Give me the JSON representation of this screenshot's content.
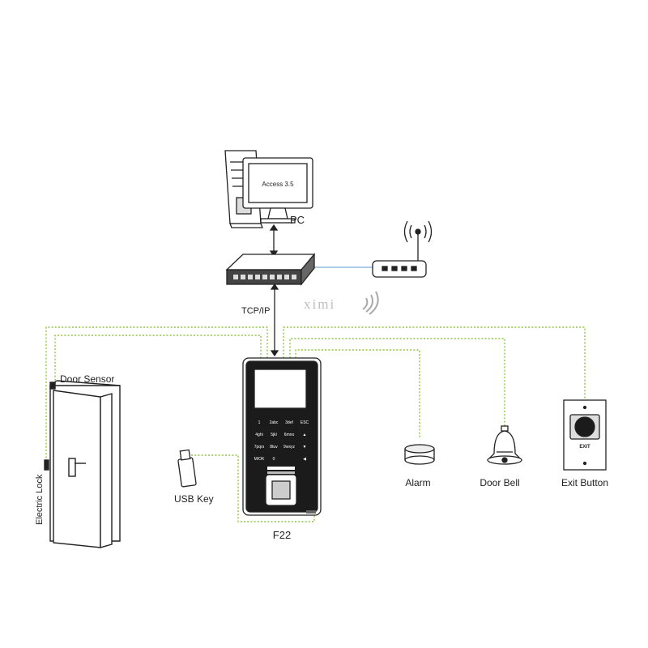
{
  "labels": {
    "pc": "PC",
    "monitor_screen": "Access 3.5",
    "tcpip": "TCP/IP",
    "watermark": "ximi",
    "door_sensor": "Door Sensor",
    "electric_lock": "Electric Lock",
    "usb_key": "USB Key",
    "device": "F22",
    "alarm": "Alarm",
    "door_bell": "Door Bell",
    "exit_button": "Exit Button",
    "exit_button_caption": "EXIT",
    "keypad": {
      "row1": [
        "1",
        "2abc",
        "3def",
        "ESC"
      ],
      "row2": [
        "4ghi",
        "5jkl",
        "6mno",
        "▲"
      ],
      "row3": [
        "7pqrs",
        "8tuv",
        "9wxyz",
        "▼"
      ],
      "row4": [
        "M/OK",
        "0",
        "",
        "◀"
      ]
    }
  },
  "colors": {
    "wire_green": "#8cc63f",
    "network_blue": "#7aaedc",
    "outline": "#222222"
  }
}
